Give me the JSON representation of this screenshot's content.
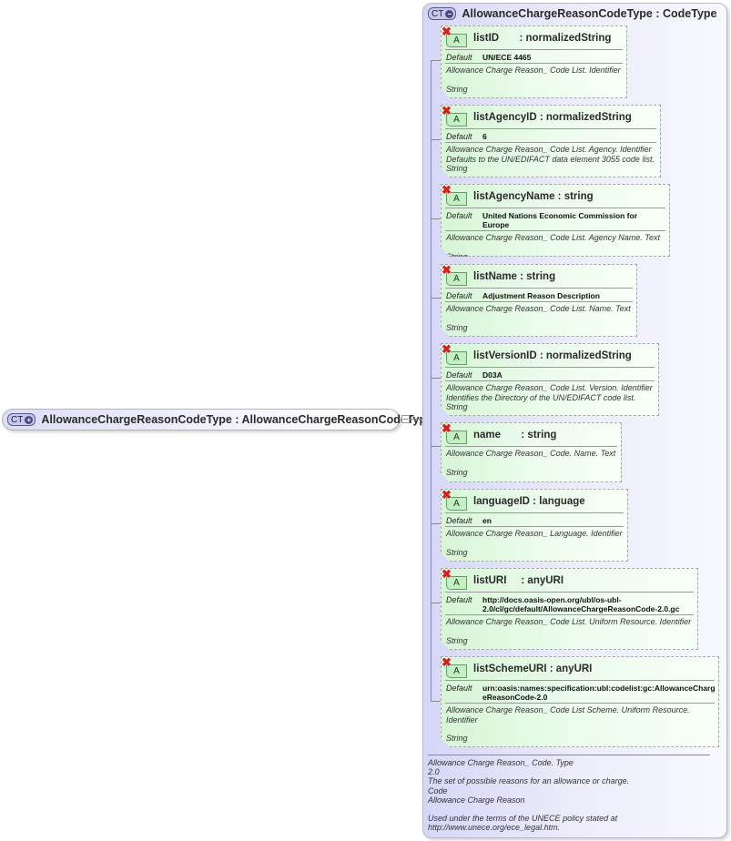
{
  "root": {
    "badge": "CT",
    "badge_symbol": "+",
    "label": "AllowanceChargeReasonCodeType : AllowanceChargeReasonCodeType"
  },
  "type": {
    "badge": "CT",
    "badge_symbol": "−",
    "label": "AllowanceChargeReasonCodeType : CodeType",
    "doc": {
      "line1": "Allowance Charge Reason_ Code. Type",
      "line2": "2.0",
      "line3": "The set of possible reasons for an allowance or charge.",
      "line4": "Code",
      "line5": "Allowance Charge Reason",
      "line6": "Used under the terms of the UNECE  policy stated at",
      "line7": "http://www.unece.org/ece_legal.htm."
    }
  },
  "icons": {
    "attribute": "A",
    "delete": "✖"
  },
  "default_label": "Default",
  "attributes": [
    {
      "name": "listID       : normalizedString",
      "default": "UN/ECE 4465",
      "doc1": "Allowance Charge Reason_ Code List. Identifier",
      "doc2": "",
      "type": "String"
    },
    {
      "name": "listAgencyID : normalizedString",
      "default": "6",
      "doc1": "Allowance Charge Reason_ Code List. Agency. Identifier",
      "doc2": "Defaults to the UN/EDIFACT data element 3055 code list.",
      "type": "String"
    },
    {
      "name": "listAgencyName : string",
      "default": "United Nations Economic Commission for Europe",
      "doc1": "Allowance Charge Reason_ Code List. Agency Name. Text",
      "doc2": "",
      "type": "String"
    },
    {
      "name": "listName : string",
      "default": "Adjustment Reason Description",
      "doc1": "Allowance Charge Reason_ Code List. Name. Text",
      "doc2": "",
      "type": "String"
    },
    {
      "name": "listVersionID : normalizedString",
      "default": "D03A",
      "doc1": "Allowance Charge Reason_ Code List. Version. Identifier",
      "doc2": "Identifies the Directory of the UN/EDIFACT code list.",
      "type": "String"
    },
    {
      "name": "name       : string",
      "default": null,
      "doc1": "Allowance Charge Reason_ Code. Name. Text",
      "doc2": "",
      "type": "String"
    },
    {
      "name": "languageID : language",
      "default": "en",
      "doc1": "Allowance Charge Reason_ Language. Identifier",
      "doc2": "",
      "type": "String"
    },
    {
      "name": "listURI     : anyURI",
      "default_line1": "http://docs.oasis-open.org/ubl/os-ubl-",
      "default_line2": "2.0/cl/gc/default/AllowanceChargeReasonCode-2.0.gc",
      "doc1": "Allowance Charge Reason_ Code List. Uniform Resource. Identifier",
      "doc2": "",
      "type": "String"
    },
    {
      "name": "listSchemeURI : anyURI",
      "default_line1": "urn:oasis:names:specification:ubl:codelist:gc:AllowanceCharg",
      "default_line2": "eReasonCode-2.0",
      "doc1": "Allowance Charge Reason_ Code List Scheme. Uniform Resource.",
      "doc2": "Identifier",
      "type": "String"
    }
  ]
}
